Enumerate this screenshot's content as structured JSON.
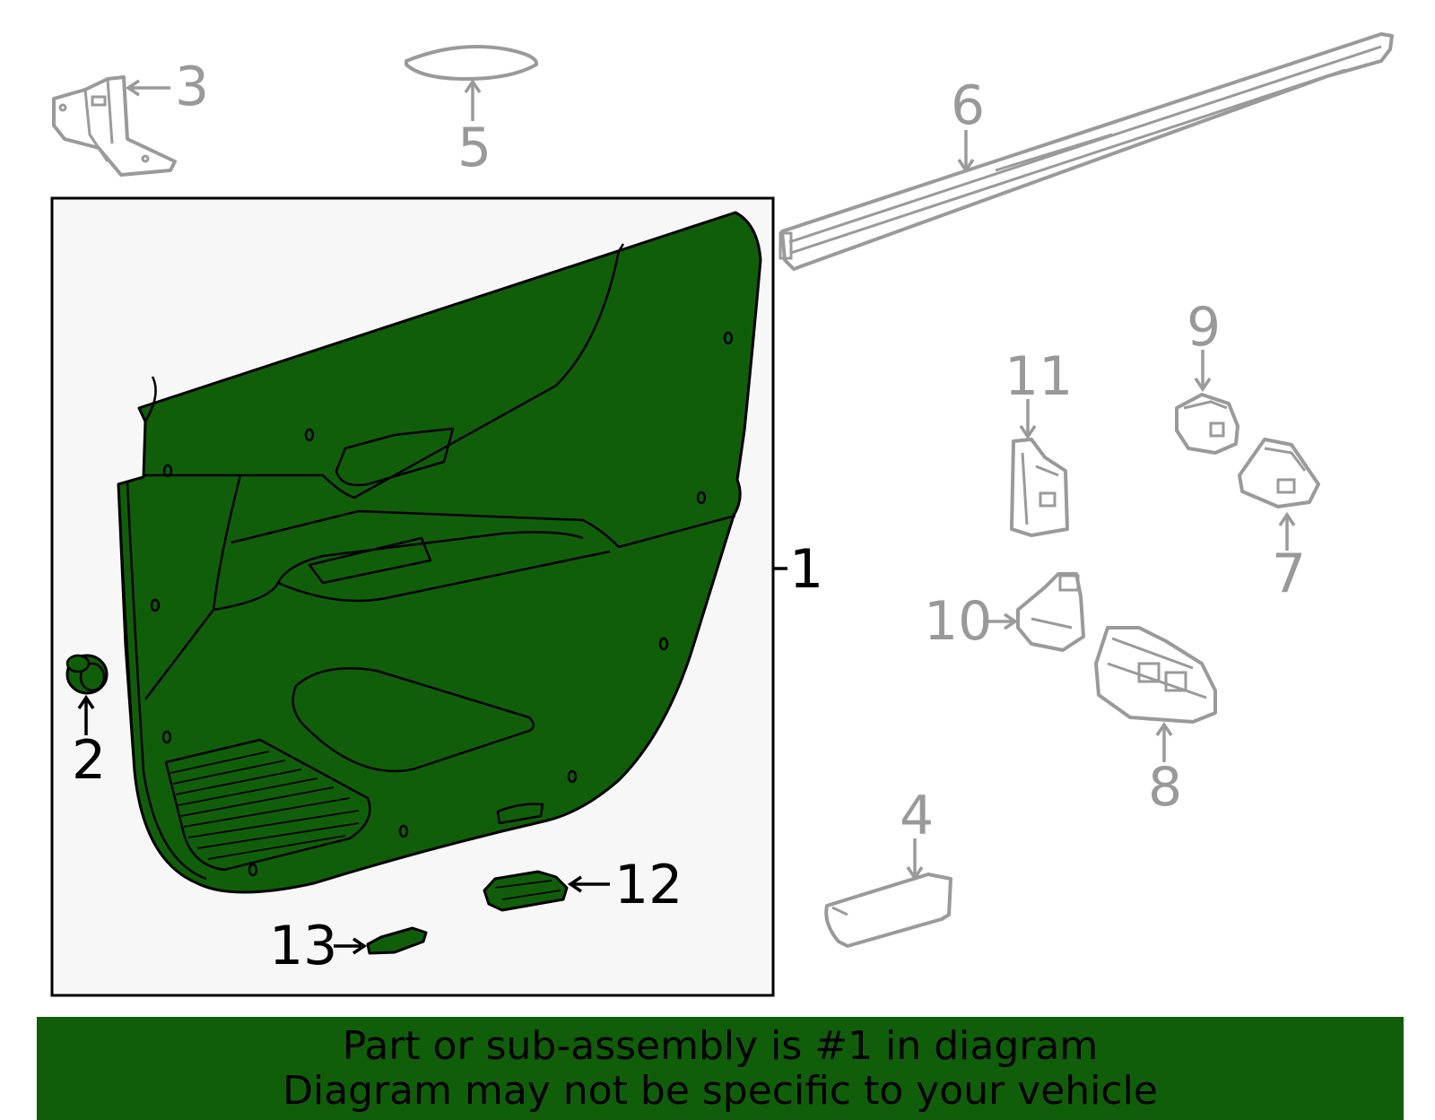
{
  "diagram": {
    "callouts": [
      {
        "id": "1",
        "label": "1",
        "highlighted": true
      },
      {
        "id": "2",
        "label": "2",
        "highlighted": true
      },
      {
        "id": "3",
        "label": "3",
        "highlighted": false
      },
      {
        "id": "4",
        "label": "4",
        "highlighted": false
      },
      {
        "id": "5",
        "label": "5",
        "highlighted": false
      },
      {
        "id": "6",
        "label": "6",
        "highlighted": false
      },
      {
        "id": "7",
        "label": "7",
        "highlighted": false
      },
      {
        "id": "8",
        "label": "8",
        "highlighted": false
      },
      {
        "id": "9",
        "label": "9",
        "highlighted": false
      },
      {
        "id": "10",
        "label": "10",
        "highlighted": false
      },
      {
        "id": "11",
        "label": "11",
        "highlighted": false
      },
      {
        "id": "12",
        "label": "12",
        "highlighted": true
      },
      {
        "id": "13",
        "label": "13",
        "highlighted": true
      }
    ],
    "colors": {
      "highlight": "#115e0a",
      "inactive": "#999999",
      "frame_background": "#f7f7f7"
    }
  },
  "banner": {
    "line1": "Part or sub-assembly is #1 in diagram",
    "line2": "Diagram may not be specific to your vehicle"
  }
}
